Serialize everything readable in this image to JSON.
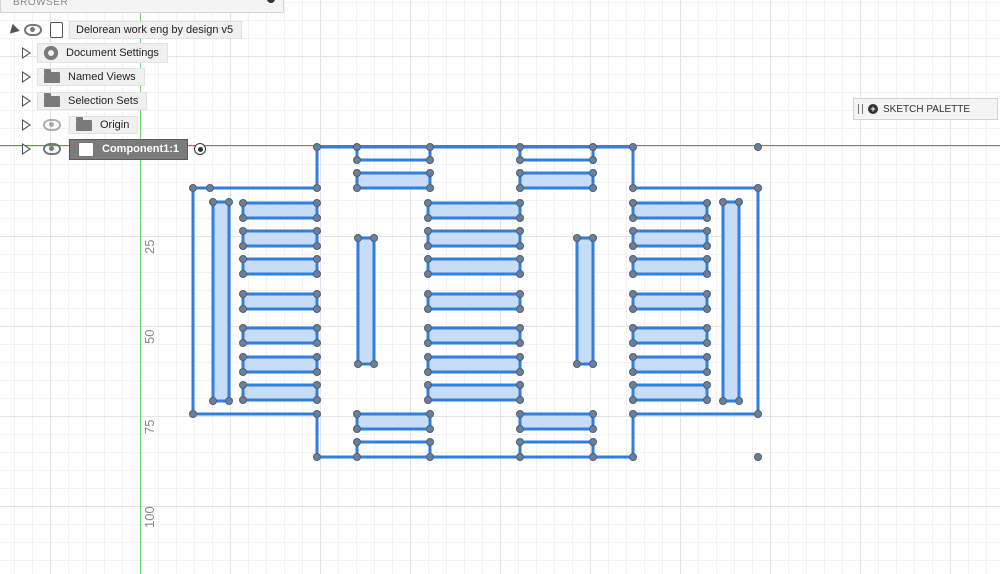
{
  "browser": {
    "title": "BROWSER",
    "document_name": "Delorean work eng by design v5",
    "items": [
      {
        "label": "Document Settings"
      },
      {
        "label": "Named Views"
      },
      {
        "label": "Selection Sets"
      },
      {
        "label": "Origin"
      },
      {
        "label": "Component1:1"
      }
    ]
  },
  "sketch_palette": {
    "label": "SKETCH PALETTE"
  },
  "rulers": [
    "25",
    "50",
    "75",
    "100"
  ],
  "colors": {
    "profile_line": "#2f7fdb",
    "slot_fill": "#c7dcf6",
    "point": "#6b7f99",
    "x_axis": "#e05a4f",
    "y_axis": "#6fcf6f"
  }
}
